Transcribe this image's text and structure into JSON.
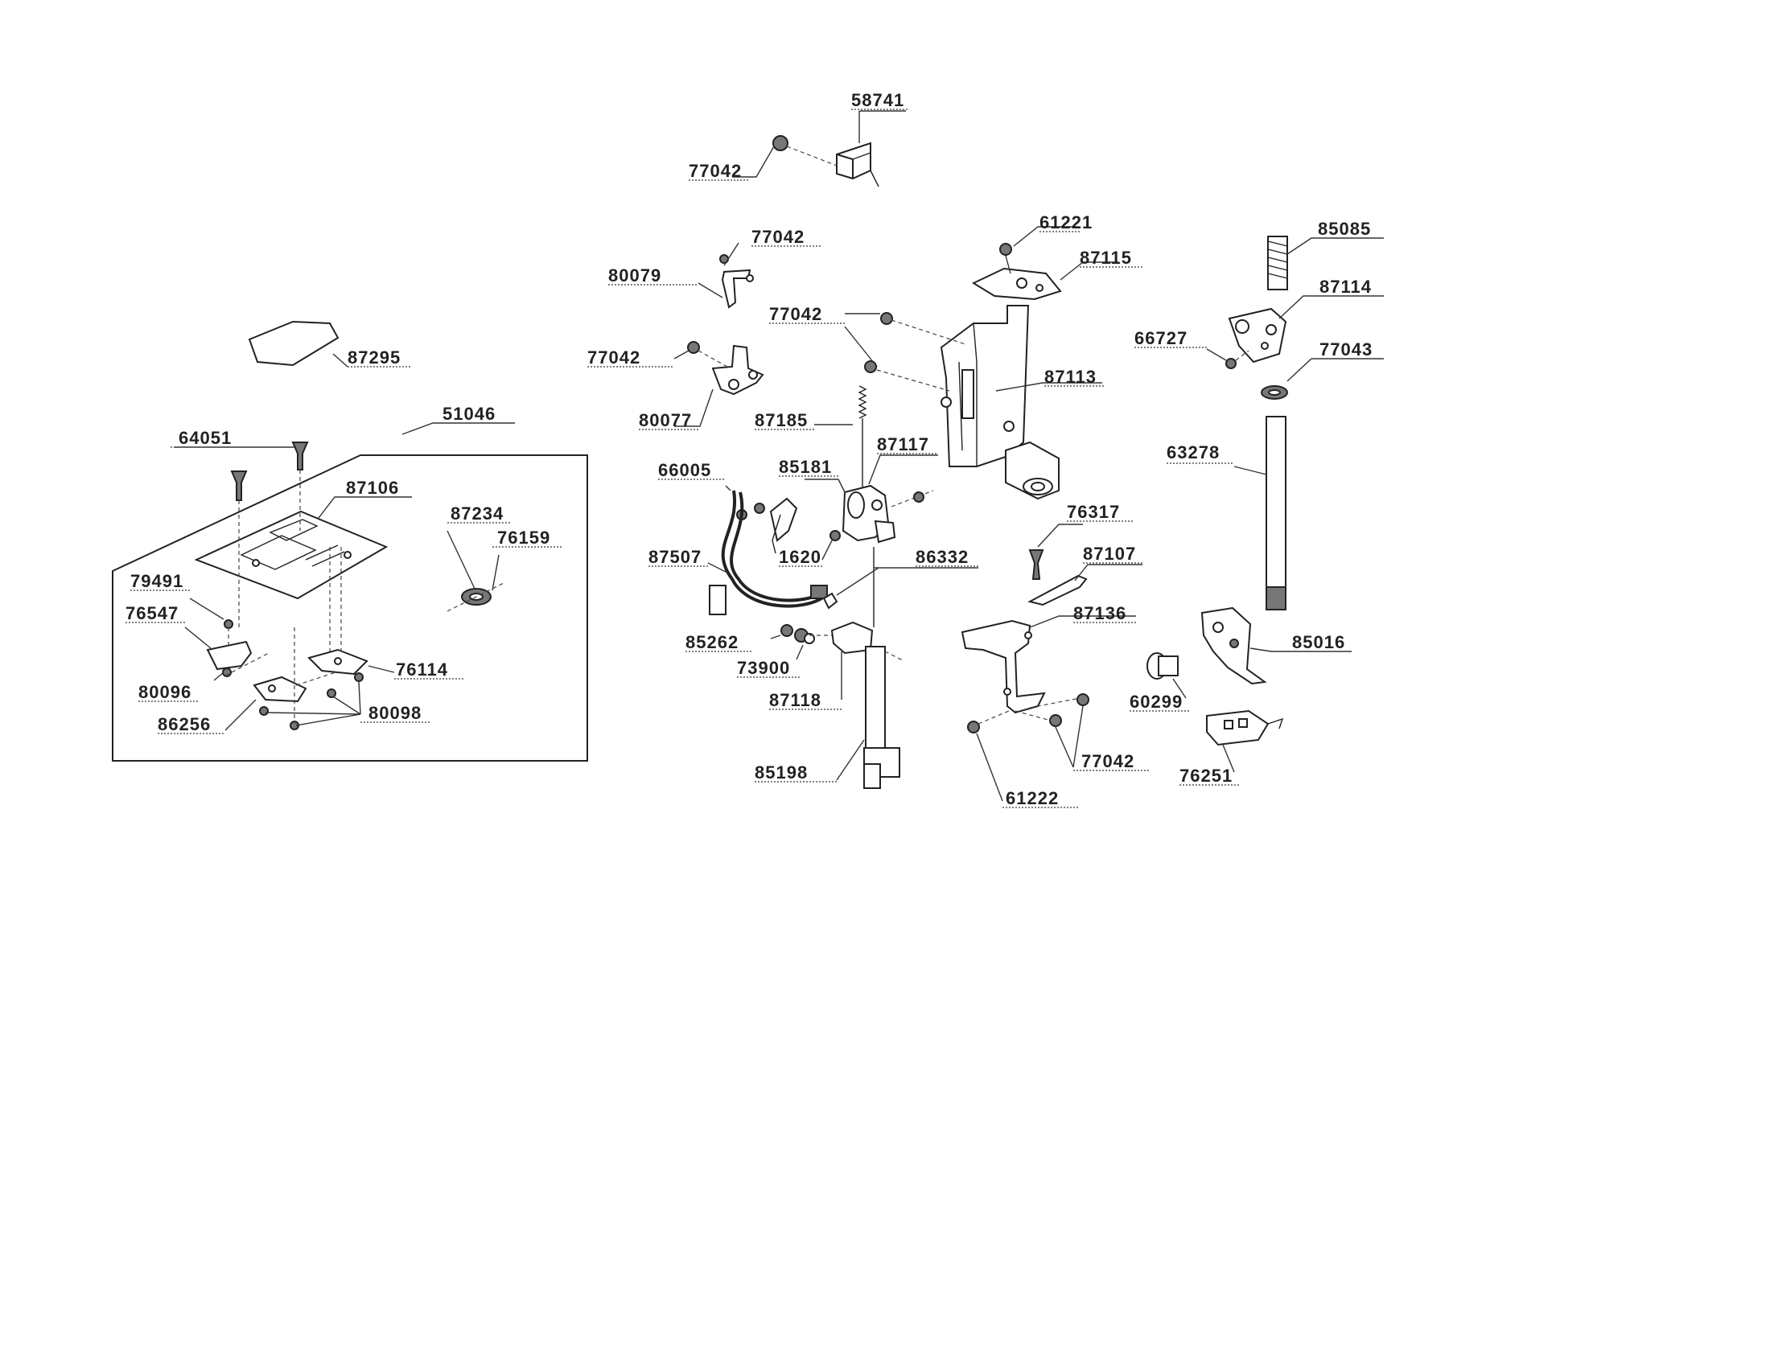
{
  "labels": {
    "p58741": "58741",
    "p77042_a": "77042",
    "p77042_b": "77042",
    "p80079": "80079",
    "p77042_c": "77042",
    "p77042_d": "77042",
    "p80077": "80077",
    "p61221": "61221",
    "p87115": "87115",
    "p87113": "87113",
    "p87185": "87185",
    "p87117": "87117",
    "p85181": "85181",
    "p66005": "66005",
    "p1620": "1620",
    "p86332": "86332",
    "p87507": "87507",
    "p85262": "85262",
    "p73900": "73900",
    "p87118": "87118",
    "p85198": "85198",
    "p76317": "76317",
    "p87107": "87107",
    "p87136": "87136",
    "p77042_e": "77042",
    "p61222": "61222",
    "p85085": "85085",
    "p87114": "87114",
    "p66727": "66727",
    "p77043": "77043",
    "p63278": "63278",
    "p85016": "85016",
    "p60299": "60299",
    "p76251": "76251",
    "p87295": "87295",
    "p51046": "51046",
    "p64051": "64051",
    "p87106": "87106",
    "p87234": "87234",
    "p76159": "76159",
    "p79491": "79491",
    "p76547": "76547",
    "p80096": "80096",
    "p86256": "86256",
    "p80098": "80098",
    "p76114": "76114"
  }
}
